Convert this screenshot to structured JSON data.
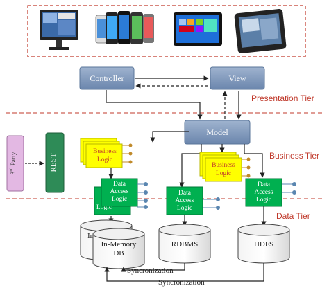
{
  "tiers": {
    "presentation": "Presentation Tier",
    "business": "Business Tier",
    "data": "Data Tier"
  },
  "mvc": {
    "controller": "Controller",
    "view": "View",
    "model": "Model"
  },
  "side": {
    "third_party_main": "3",
    "third_party_sup": "rd",
    "third_party_rest": " Party",
    "rest": "REST"
  },
  "business_logic": {
    "line1": "Business",
    "line2": "Logic"
  },
  "data_access": {
    "line1": "Data",
    "line2": "Access",
    "line3": "Logic"
  },
  "data_access_partial": "Logic",
  "stores": {
    "inmemory_back": "In-Me",
    "inmemory_line1": "In-Memory",
    "inmemory_line2": "DB",
    "rdbms": "RDBMS",
    "hdfs": "HDFS"
  },
  "sync": {
    "label1": "Syncronization",
    "label2": "Syncronization"
  },
  "devices": [
    "monitor-icon",
    "smartphones-icon",
    "tablet-icon",
    "tablet-dark-icon"
  ],
  "colors": {
    "mvc_box": "#7f97b8",
    "business_logic": "#ffff00",
    "data_access": "#00b050",
    "third_party": "#e3b8e3",
    "rest": "#2e8b57",
    "db": "#e8e8e8",
    "tier_text": "#c0392b",
    "dash": "#c0392b"
  }
}
